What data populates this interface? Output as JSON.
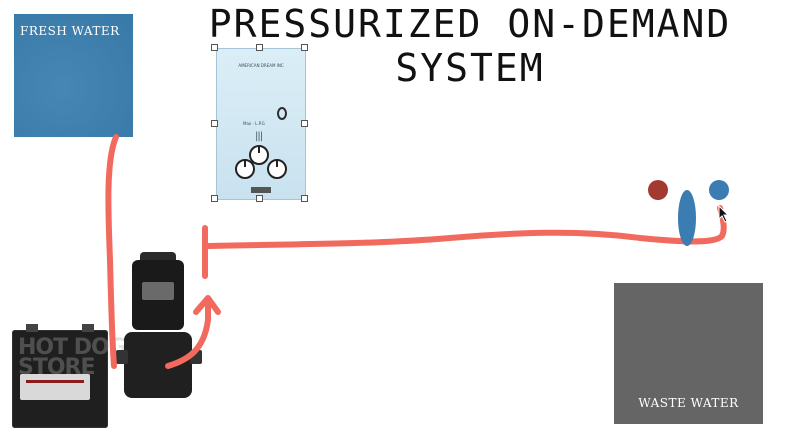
{
  "title": {
    "line1": "PRESSURIZED ON-DEMAND",
    "line2": "SYSTEM"
  },
  "tanks": {
    "fresh_label": "FRESH WATER",
    "waste_label": "WASTE WATER"
  },
  "colors": {
    "pipe": "#f26a5e",
    "fresh_tank": "#3a7fb0",
    "waste_tank": "#656565",
    "hot": "#a33a30",
    "cold": "#3b7cb2"
  },
  "components": {
    "heater": "water-heater-image",
    "pump": "water-pump-image",
    "battery": "battery-image",
    "faucet": "faucet-symbol",
    "cursor": "mouse-cursor-icon"
  }
}
